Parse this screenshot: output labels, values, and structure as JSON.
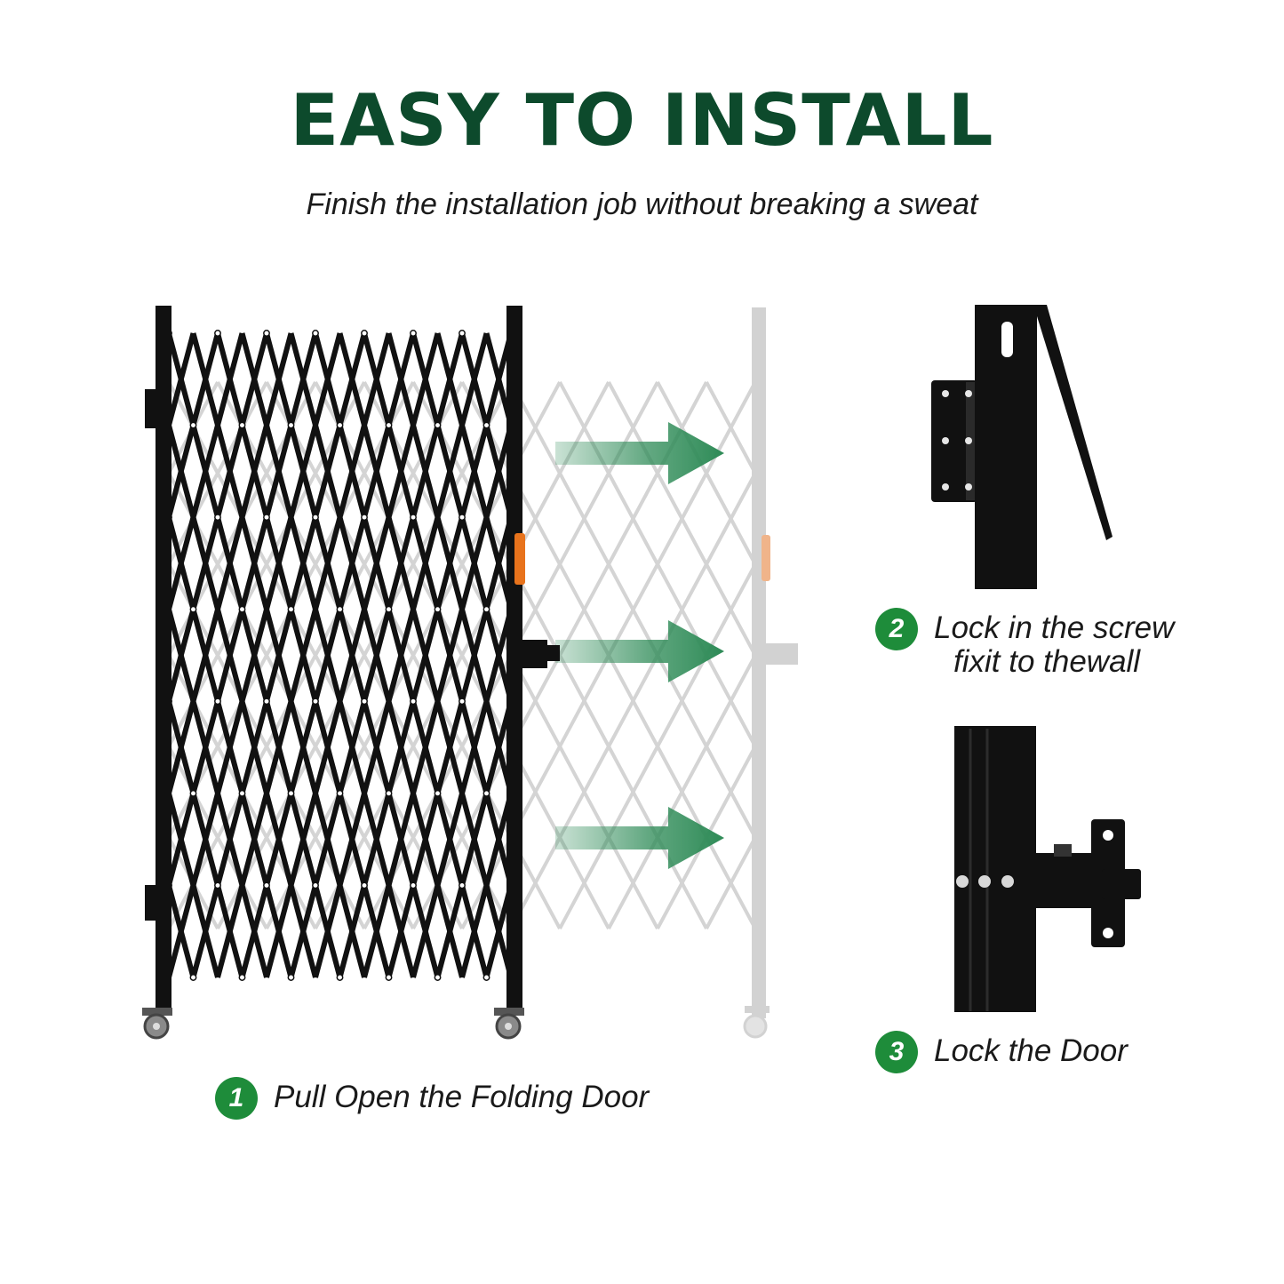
{
  "title": "EASY TO INSTALL",
  "subtitle": "Finish the installation job without breaking a sweat",
  "steps": [
    {
      "number": "1",
      "label": "Pull Open the Folding Door"
    },
    {
      "number": "2",
      "label_line1": "Lock in the screw",
      "label_line2": "fixit to thewall"
    },
    {
      "number": "3",
      "label": "Lock the Door"
    }
  ],
  "colors": {
    "title": "#0d4a2c",
    "badge": "#1e8c3a",
    "arrow": "#2e8b57",
    "gate": "#111111",
    "ghost_gate": "#cfcfcf",
    "reflector": "#e8731c"
  },
  "icons": [
    "arrow-right-icon",
    "hinge-icon",
    "latch-icon",
    "caster-wheel-icon"
  ]
}
